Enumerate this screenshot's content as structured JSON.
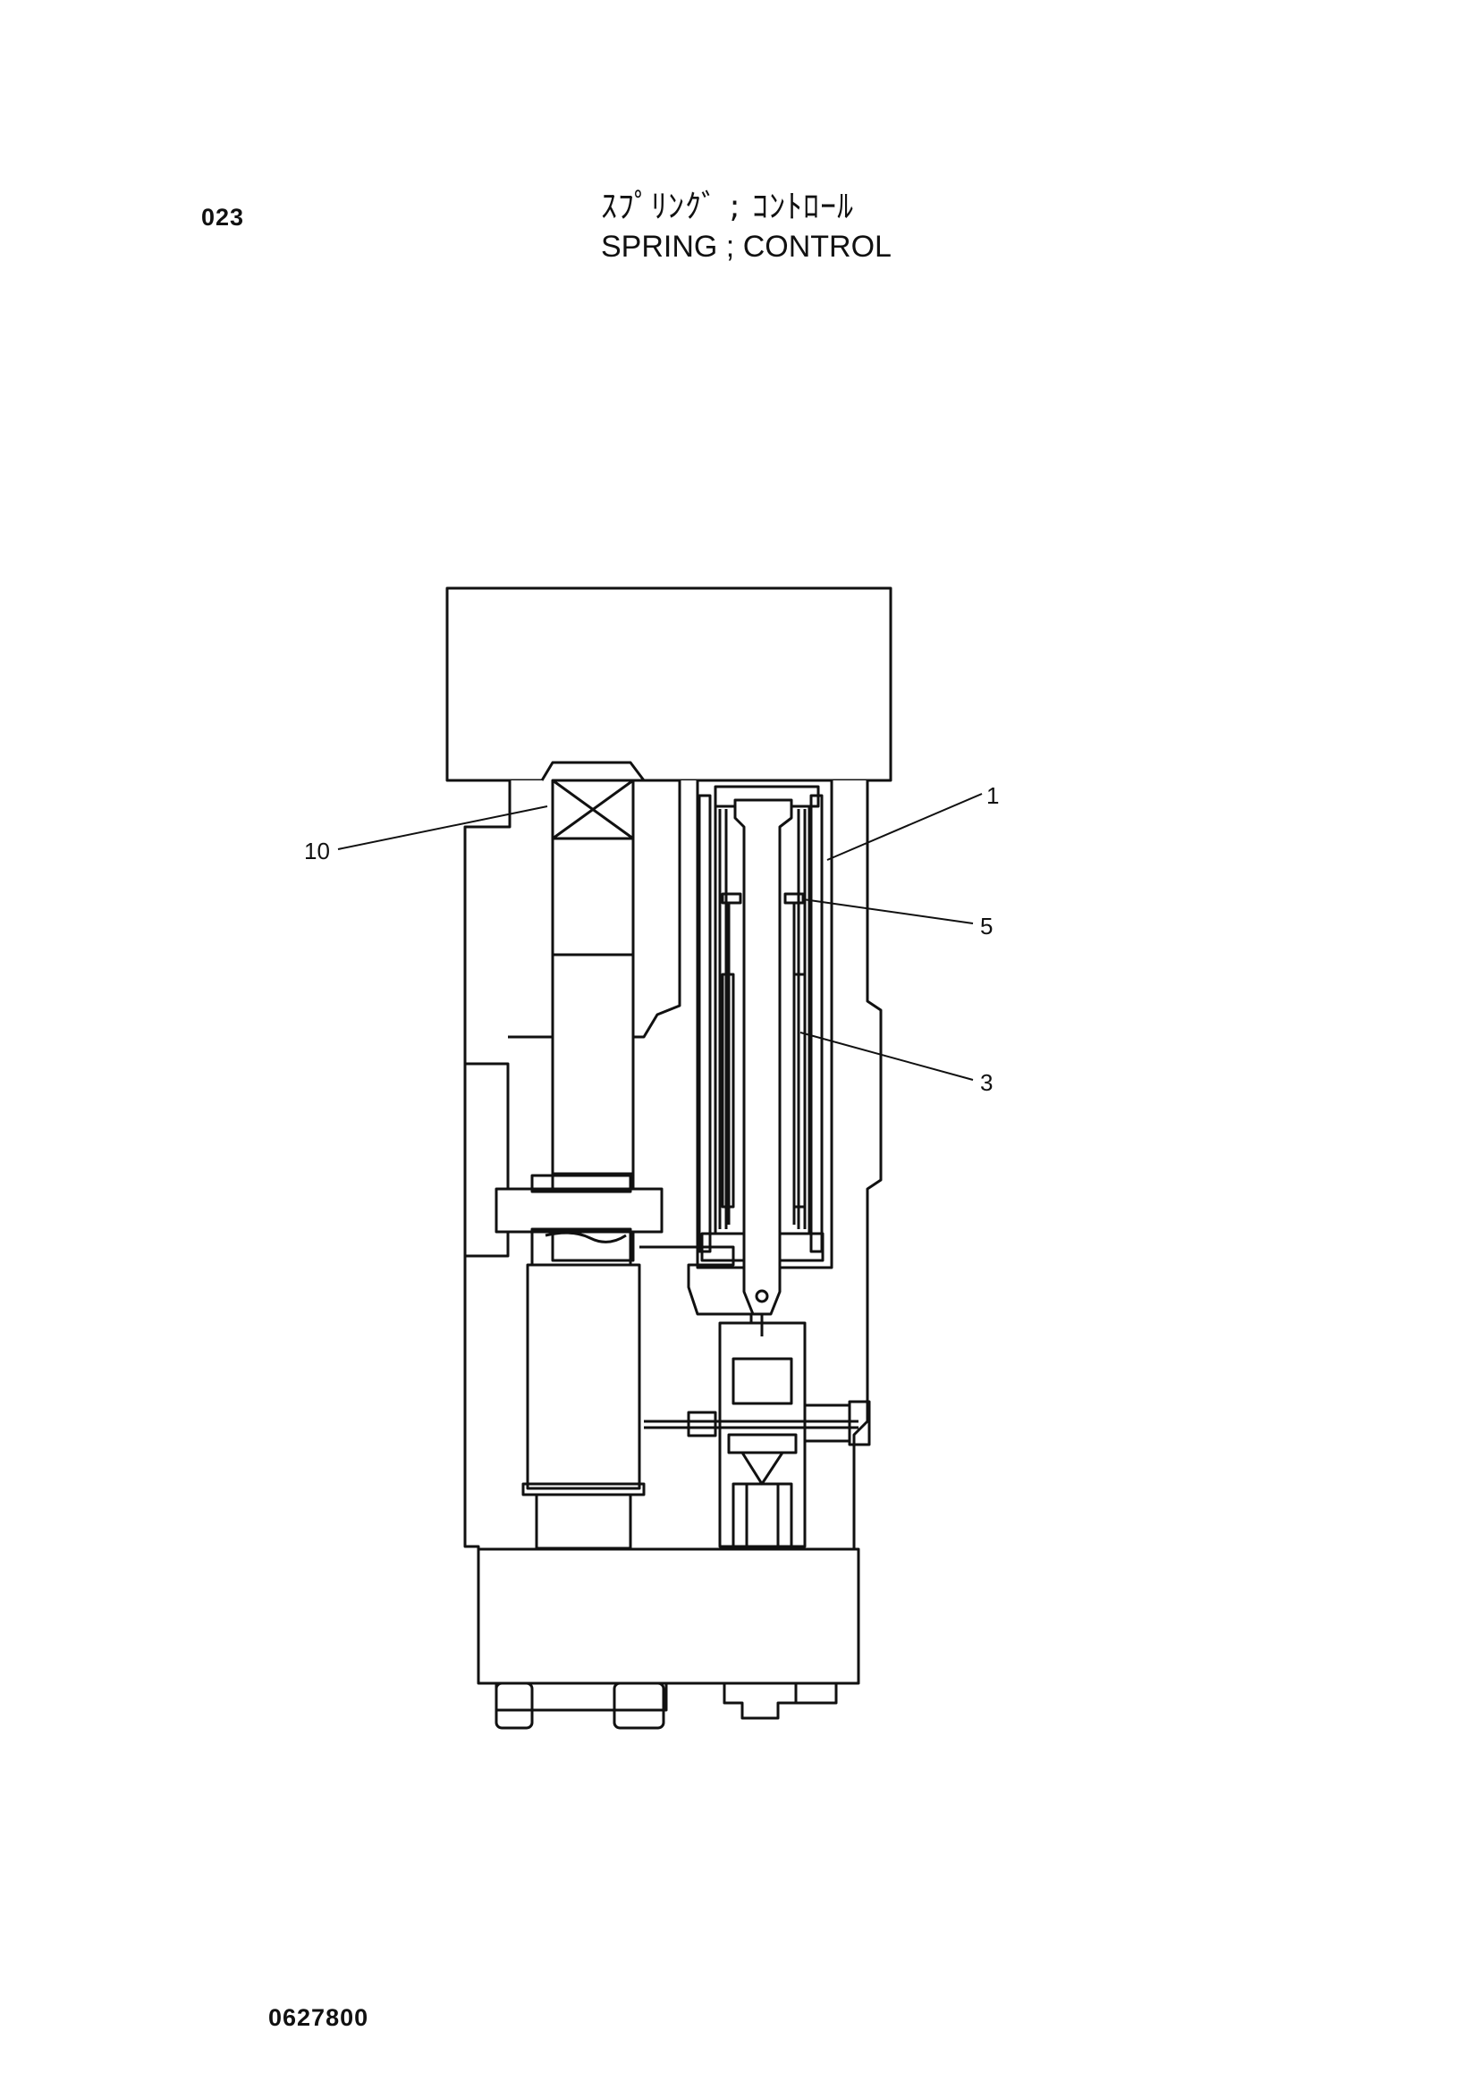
{
  "header": {
    "page_number": "023",
    "title_jp": "ｽﾌﾟﾘﾝｸﾞ ; ｺﾝﾄﾛｰﾙ",
    "title_en": "SPRING ; CONTROL"
  },
  "callouts": [
    {
      "id": "c10",
      "label": "10"
    },
    {
      "id": "c1",
      "label": "1"
    },
    {
      "id": "c5",
      "label": "5"
    },
    {
      "id": "c3",
      "label": "3"
    }
  ],
  "footer": {
    "doc_code": "0627800"
  }
}
